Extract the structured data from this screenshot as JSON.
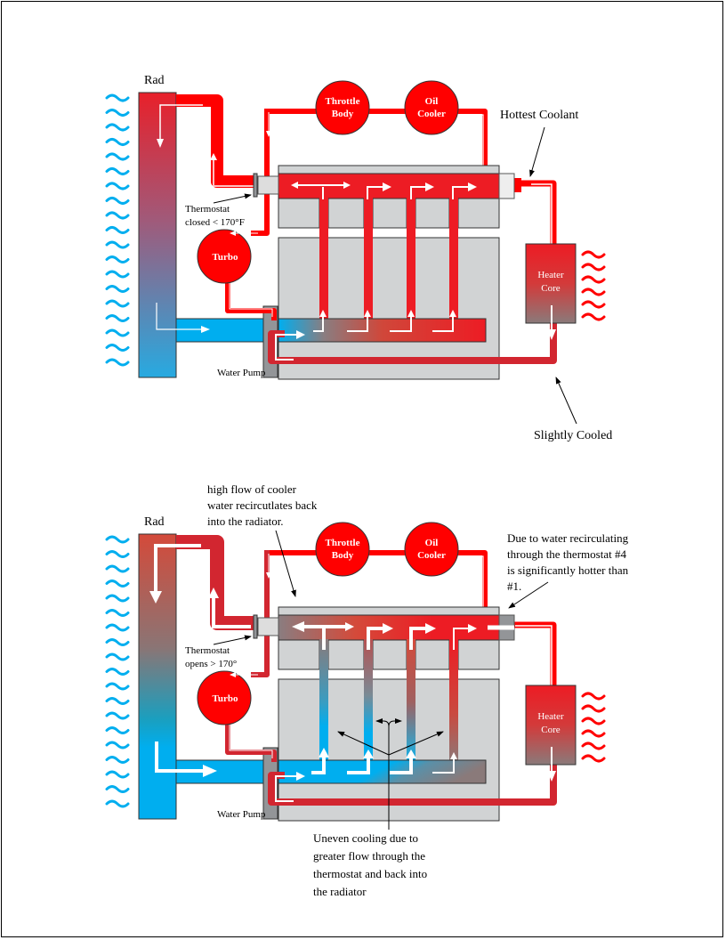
{
  "colors": {
    "hot": "#ff0000",
    "hot_dark": "#e8202a",
    "pipe_red": "#d22630",
    "cool": "#00aeef",
    "block_gray": "#d1d3d4",
    "component_gray": "#939598",
    "wave_blue": "#00aeef",
    "wave_red": "#ff0000"
  },
  "diagrams": [
    {
      "id": "thermostat-closed",
      "labels": {
        "radiator": "Rad",
        "throttle_body": [
          "Throttle",
          "Body"
        ],
        "oil_cooler": [
          "Oil",
          "Cooler"
        ],
        "turbo": "Turbo",
        "heater_core": [
          "Heater",
          "Core"
        ],
        "water_pump": "Water Pump",
        "thermostat": [
          "Thermostat",
          "closed < 170°F"
        ],
        "hottest_coolant": "Hottest Coolant",
        "slightly_cooled": "Slightly Cooled"
      }
    },
    {
      "id": "thermostat-open",
      "labels": {
        "radiator": "Rad",
        "throttle_body": [
          "Throttle",
          "Body"
        ],
        "oil_cooler": [
          "Oil",
          "Cooler"
        ],
        "turbo": "Turbo",
        "heater_core": [
          "Heater",
          "Core"
        ],
        "water_pump": "Water Pump",
        "thermostat": [
          "Thermostat",
          "opens > 170°"
        ],
        "recirculation_note": [
          "high flow of cooler",
          "water recircutlates back",
          "into the radiator."
        ],
        "hotter_note": [
          "Due to water recirculating",
          "through the thermostat #4",
          "is significantly hotter than",
          "#1."
        ],
        "uneven_note": [
          "Uneven cooling due to",
          "greater flow through the",
          "thermostat and back into",
          "the radiator"
        ]
      }
    }
  ]
}
